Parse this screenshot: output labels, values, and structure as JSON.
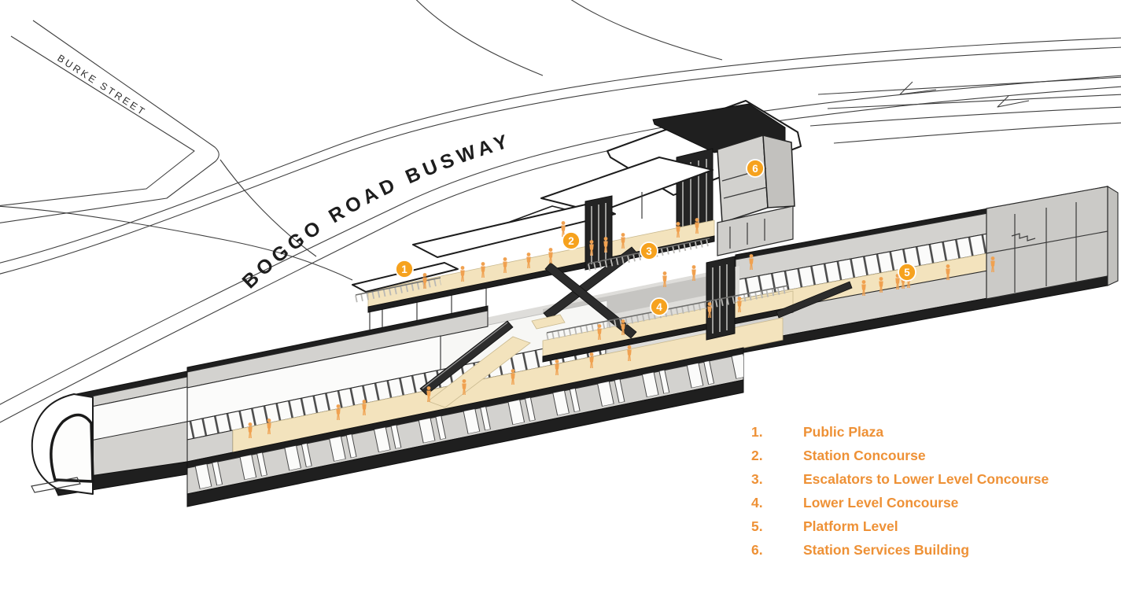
{
  "map": {
    "burke_street_label": "BURKE STREET",
    "busway_label": "BOGGO ROAD BUSWAY"
  },
  "markers": [
    {
      "number": "1"
    },
    {
      "number": "2"
    },
    {
      "number": "3"
    },
    {
      "number": "4"
    },
    {
      "number": "5"
    },
    {
      "number": "6"
    }
  ],
  "legend": {
    "items": [
      {
        "number": "1.",
        "label": "Public Plaza"
      },
      {
        "number": "2.",
        "label": "Station Concourse"
      },
      {
        "number": "3.",
        "label": "Escalators to Lower Level Concourse"
      },
      {
        "number": "4.",
        "label": "Lower Level Concourse"
      },
      {
        "number": "5.",
        "label": "Platform Level"
      },
      {
        "number": "6.",
        "label": "Station Services Building"
      }
    ]
  },
  "colors": {
    "legend_orange": "#EE9136",
    "marker_orange": "#F6A21E",
    "figure_orange": "#F0A150",
    "floor_beige": "#F3E3BD",
    "roof_dark": "#1F1F1F",
    "wall_gray": "#D3D2CF"
  }
}
